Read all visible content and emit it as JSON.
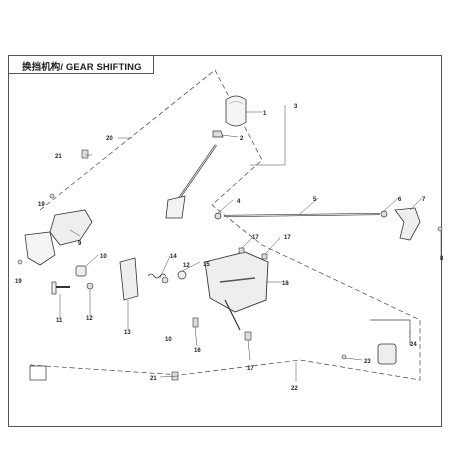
{
  "diagram": {
    "title": "换挡机构/ GEAR SHIFTING",
    "callouts": [
      "1",
      "2",
      "3",
      "4",
      "5",
      "6",
      "7",
      "8",
      "9",
      "10",
      "10",
      "11",
      "12",
      "12",
      "13",
      "14",
      "15",
      "16",
      "17",
      "17",
      "17",
      "18",
      "19",
      "19",
      "20",
      "21",
      "21",
      "22",
      "23",
      "24"
    ]
  }
}
